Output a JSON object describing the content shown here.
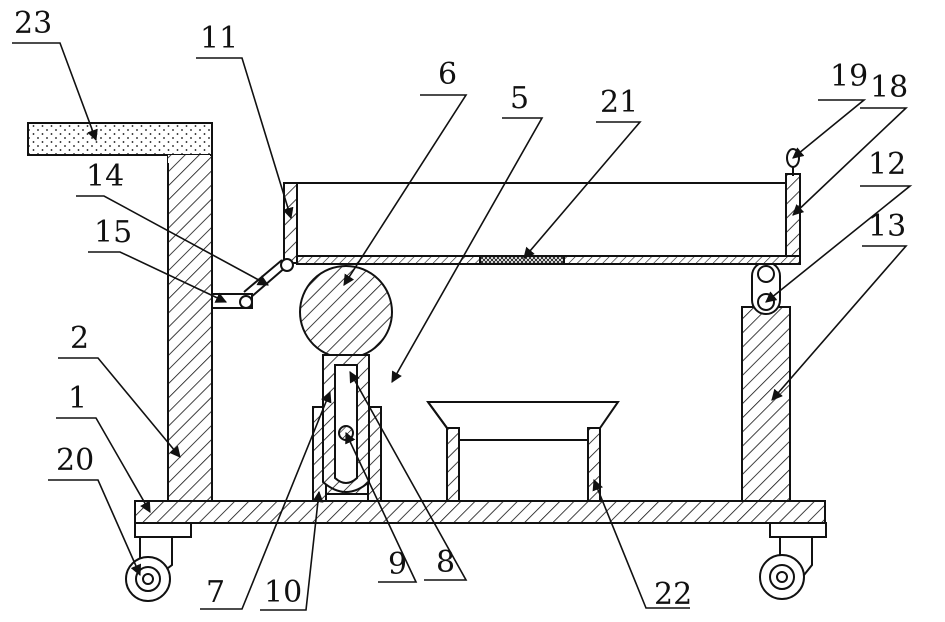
{
  "diagram": {
    "labels": [
      {
        "id": "23",
        "text": "23"
      },
      {
        "id": "11",
        "text": "11"
      },
      {
        "id": "6",
        "text": "6"
      },
      {
        "id": "5",
        "text": "5"
      },
      {
        "id": "21",
        "text": "21"
      },
      {
        "id": "19",
        "text": "19"
      },
      {
        "id": "18",
        "text": "18"
      },
      {
        "id": "12",
        "text": "12"
      },
      {
        "id": "13",
        "text": "13"
      },
      {
        "id": "14",
        "text": "14"
      },
      {
        "id": "15",
        "text": "15"
      },
      {
        "id": "2",
        "text": "2"
      },
      {
        "id": "1",
        "text": "1"
      },
      {
        "id": "20",
        "text": "20"
      },
      {
        "id": "7",
        "text": "7"
      },
      {
        "id": "10",
        "text": "10"
      },
      {
        "id": "9",
        "text": "9"
      },
      {
        "id": "8",
        "text": "8"
      },
      {
        "id": "22",
        "text": "22"
      }
    ]
  }
}
